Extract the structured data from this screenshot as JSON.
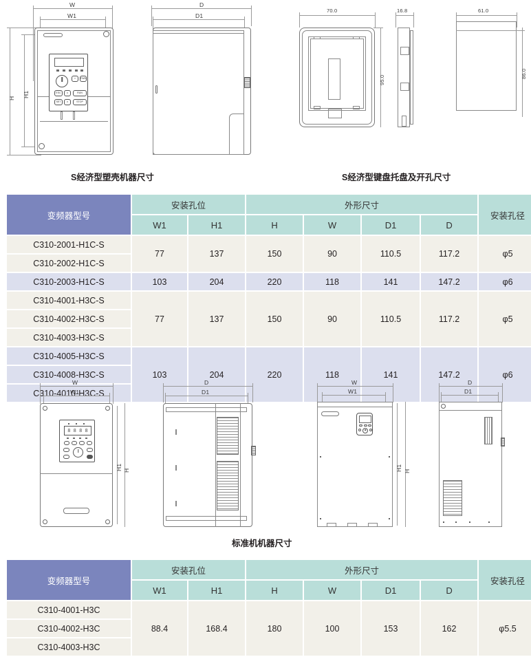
{
  "captions": {
    "top_left": "S经济型塑壳机器尺寸",
    "top_right": "S经济型键盘托盘及开孔尺寸",
    "middle": "标准机机器尺寸"
  },
  "drawings": {
    "economy_front": {
      "name": "S economy plastic-case front view",
      "labels": {
        "w": "W",
        "w1": "W1",
        "h": "H",
        "h1": "H1"
      }
    },
    "economy_side": {
      "name": "S economy plastic-case side view",
      "labels": {
        "d": "D",
        "d1": "D1"
      }
    },
    "keypad_tray_front": {
      "name": "keypad tray front view",
      "labels": {
        "width": "70.0",
        "height": "95.0"
      }
    },
    "keypad_tray_side": {
      "name": "keypad tray side view",
      "labels": {
        "width": "16.8"
      }
    },
    "panel_cutout": {
      "name": "panel cut-out",
      "labels": {
        "width": "61.0",
        "height": "86.0"
      }
    },
    "standard_front": {
      "name": "standard machine front view",
      "labels": {
        "w": "W",
        "w1": "W1",
        "h": "H",
        "h1": "H1"
      }
    },
    "standard_side": {
      "name": "standard machine side view",
      "labels": {
        "d": "D",
        "d1": "D1"
      }
    },
    "standard_front_2": {
      "name": "standard machine front view large",
      "labels": {
        "w": "W",
        "w1": "W1",
        "h": "H",
        "h1": "H1"
      }
    },
    "standard_side_2": {
      "name": "standard machine side view large",
      "labels": {
        "d": "D",
        "d1": "D1"
      }
    },
    "keypad_buttons": {
      "esc": "ESC",
      "set": "SET",
      "run": "RUN",
      "stop": "STOP",
      "fwd": "FWD"
    },
    "seg_display": "8.8.8.8."
  },
  "table_economy": {
    "headers": {
      "model": "变频器型号",
      "mount_holes": "安装孔位",
      "outline": "外形尺寸",
      "hole_dia": "安装孔径",
      "w1": "W1",
      "h1": "H1",
      "h": "H",
      "w": "W",
      "d1": "D1",
      "d": "D"
    },
    "groups": [
      {
        "models": [
          "C310-2001-H1C-S",
          "C310-2002-H1C-S"
        ],
        "w1": "77",
        "h1": "137",
        "h": "150",
        "w": "90",
        "d1": "110.5",
        "d": "117.2",
        "hole": "φ5",
        "band": "cream"
      },
      {
        "models": [
          "C310-2003-H1C-S"
        ],
        "w1": "103",
        "h1": "204",
        "h": "220",
        "w": "118",
        "d1": "141",
        "d": "147.2",
        "hole": "φ6",
        "band": "alt"
      },
      {
        "models": [
          "C310-4001-H3C-S",
          "C310-4002-H3C-S",
          "C310-4003-H3C-S"
        ],
        "w1": "77",
        "h1": "137",
        "h": "150",
        "w": "90",
        "d1": "110.5",
        "d": "117.2",
        "hole": "φ5",
        "band": "cream"
      },
      {
        "models": [
          "C310-4005-H3C-S",
          "C310-4008-H3C-S",
          "C310-4010-H3C-S"
        ],
        "w1": "103",
        "h1": "204",
        "h": "220",
        "w": "118",
        "d1": "141",
        "d": "147.2",
        "hole": "φ6",
        "band": "alt"
      }
    ]
  },
  "table_standard": {
    "headers": {
      "model": "变频器型号",
      "mount_holes": "安装孔位",
      "outline": "外形尺寸",
      "hole_dia": "安装孔径",
      "w1": "W1",
      "h1": "H1",
      "h": "H",
      "w": "W",
      "d1": "D1",
      "d": "D"
    },
    "groups": [
      {
        "models": [
          "C310-4001-H3C",
          "C310-4002-H3C",
          "C310-4003-H3C"
        ],
        "w1": "88.4",
        "h1": "168.4",
        "h": "180",
        "w": "100",
        "d1": "153",
        "d": "162",
        "hole": "φ5.5",
        "band": "cream"
      }
    ]
  },
  "colors": {
    "header_model": "#7b85bd",
    "header_group": "#b9ded9",
    "row_cream": "#f2f0e9",
    "row_alt": "#dcdfee",
    "line": "#555555"
  }
}
